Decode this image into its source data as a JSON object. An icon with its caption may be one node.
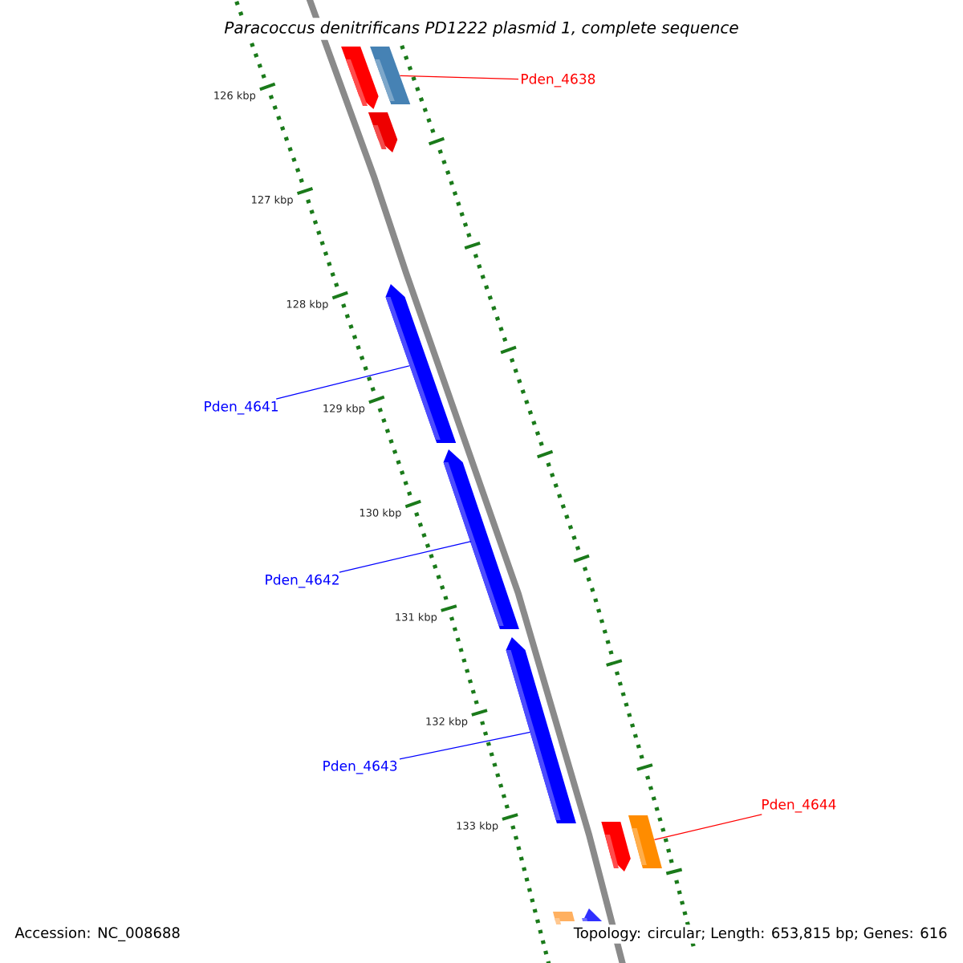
{
  "diagram": {
    "title": "Paracoccus denitrificans PD1222 plasmid 1, complete sequence",
    "nodes": [
      {
        "text": [
          "Pden_4638"
        ]
      },
      {
        "text": [],
        "shape": "bar"
      },
      {
        "text": [
          "Pden_4641"
        ]
      },
      {
        "text": [],
        "shape": "bar"
      },
      {
        "text": [
          "Pden_4642"
        ]
      },
      {
        "text": [],
        "shape": "bar"
      },
      {
        "text": [
          "Pden_4643"
        ]
      },
      {
        "text": [],
        "shape": "bar"
      },
      {
        "text": [
          "Pden_4644"
        ]
      },
      {
        "text": [],
        "shape": "bar"
      }
    ],
    "edges": [
      {
        "from": 0,
        "to": 1,
        "arrow": "none",
        "color": "#ff0000"
      },
      {
        "from": 2,
        "to": 3,
        "arrow": "none"
      },
      {
        "from": 4,
        "to": 5,
        "arrow": "none"
      },
      {
        "from": 6,
        "to": 7,
        "arrow": "none"
      },
      {
        "from": 8,
        "to": 9,
        "arrow": "none",
        "color": "#ff0000"
      }
    ],
    "labels": [
      "126 kbp",
      "127 kbp",
      "128 kbp",
      "129 kbp",
      "130 kbp",
      "131 kbp",
      "132 kbp",
      "133 kbp",
      "Accession: NC_008688",
      "Topology: circular; Length: 653,815 bp; Genes: 616"
    ]
  }
}
